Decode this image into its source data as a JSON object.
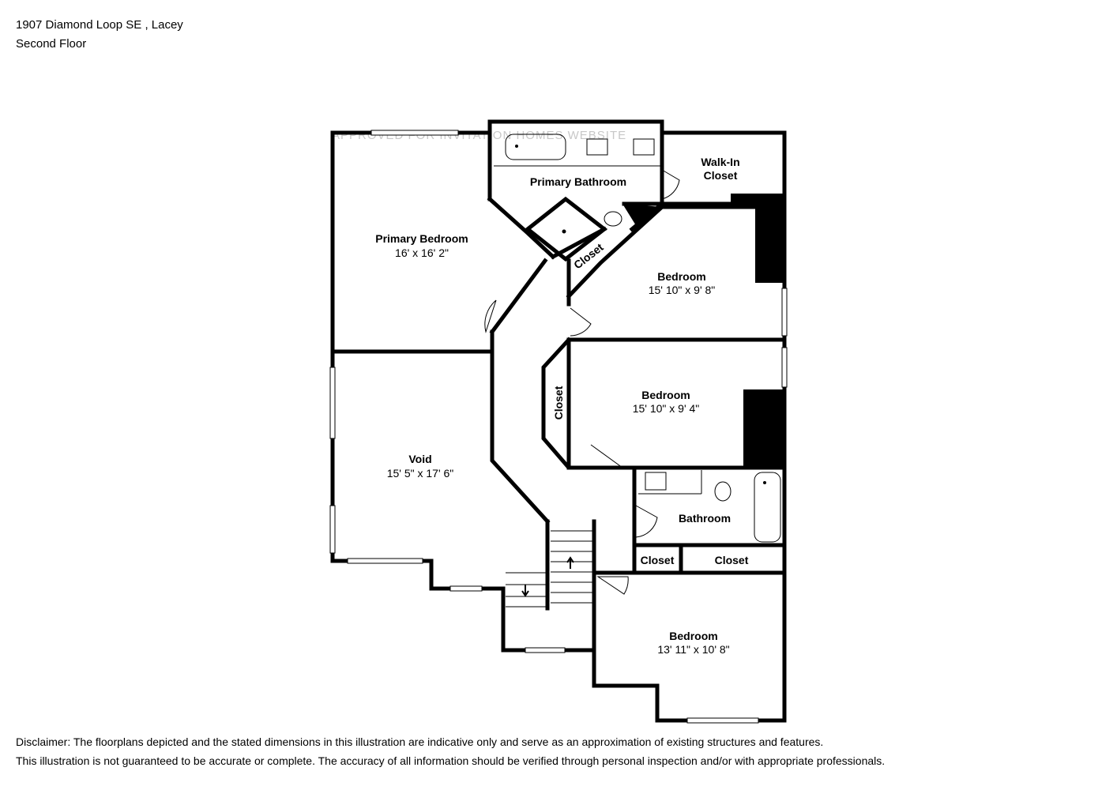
{
  "header": {
    "address": "1907 Diamond Loop SE , Lacey",
    "floor": "Second Floor"
  },
  "watermark": "APPROVED FOR INVITATION HOMES WEBSITE",
  "rooms": {
    "primary_bedroom": {
      "name": "Primary Bedroom",
      "dims": "16' x 16' 2\""
    },
    "primary_bathroom": {
      "name": "Primary Bathroom"
    },
    "walk_in_closet": {
      "name_line1": "Walk-In",
      "name_line2": "Closet"
    },
    "closet_diag": {
      "name": "Closet"
    },
    "bedroom_1": {
      "name": "Bedroom",
      "dims": "15' 10\" x 9' 8\""
    },
    "bedroom_2": {
      "name": "Bedroom",
      "dims": "15' 10\" x 9' 4\""
    },
    "closet_vert": {
      "name": "Closet"
    },
    "void": {
      "name": "Void",
      "dims": "15' 5\" x 17' 6\""
    },
    "bathroom": {
      "name": "Bathroom"
    },
    "closet_small": {
      "name": "Closet"
    },
    "closet_wide": {
      "name": "Closet"
    },
    "bedroom_3": {
      "name": "Bedroom",
      "dims": "13' 11\" x 10' 8\""
    }
  },
  "disclaimer": {
    "line1": "Disclaimer: The floorplans depicted and the stated dimensions in this illustration are indicative only and serve as an approximation of existing structures and features.",
    "line2": "This illustration is not guaranteed to be accurate or complete. The accuracy of all information should be verified through personal inspection and/or with appropriate professionals."
  },
  "colors": {
    "wall": "#000000",
    "window": "#ffffff",
    "background": "#ffffff",
    "watermark": "#c8c8c8"
  }
}
